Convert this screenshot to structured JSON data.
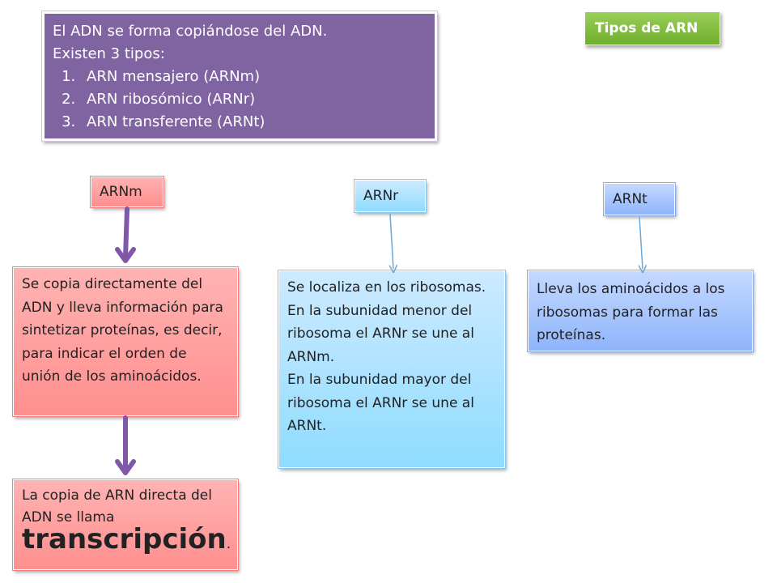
{
  "intro": {
    "line1": "El ADN se forma copiándose del ADN.",
    "line2": "Existen 3 tipos:",
    "items": [
      "ARN mensajero (ARNm)",
      "ARN ribosómico (ARNr)",
      "ARN transferente (ARNt)"
    ]
  },
  "title_badge": "Tipos de ARN",
  "arnm": {
    "label": "ARNm",
    "description": "Se copia directamente del ADN y lleva información para sintetizar proteínas, es decir, para indicar el orden de unión de los aminoácidos.",
    "transcription_text": "La copia de ARN directa del ADN se llama",
    "transcription_word": "transcripción",
    "transcription_period": "."
  },
  "arnr": {
    "label": "ARNr",
    "lines": [
      "Se localiza en los ribosomas.",
      "En la subunidad menor del ribosoma el ARNr se une al ARNm.",
      "En la subunidad mayor del ribosoma el ARNr se une al ARNt."
    ]
  },
  "arnt": {
    "label": "ARNt",
    "description": "Lleva los aminoácidos a los ribosomas para formar las proteínas."
  },
  "colors": {
    "purple": "#8064a2",
    "green": "#77b530",
    "red": "#ff9999",
    "blue": "#a9c6fd",
    "cyan": "#a8e2ff",
    "arrow_purple": "#7f58a8",
    "arrow_blue": "#6aa7d9"
  }
}
